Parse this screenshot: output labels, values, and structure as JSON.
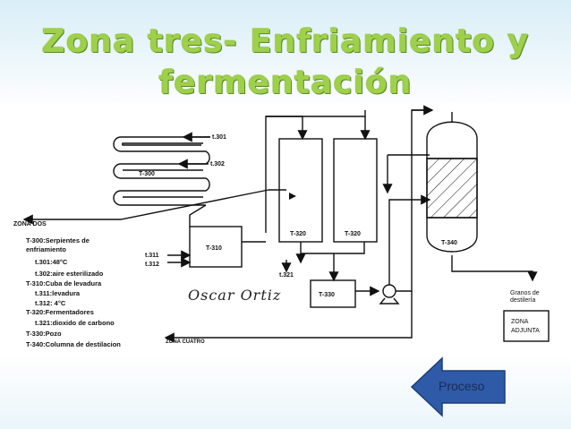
{
  "slide": {
    "title_line1": "Zona tres- Enfriamiento y",
    "title_line2": "fermentación",
    "signature": "Oscar Ortiz",
    "nav_button_label": "Proceso",
    "title_color": "#9ed04a",
    "button_color": "#2f5aa8"
  },
  "diagram": {
    "streams": {
      "t301": "t.301",
      "t302": "t.302",
      "t311": "t.311",
      "t312": "t.312",
      "t321": "t.321"
    },
    "equipment": {
      "t300": "T-300",
      "t310": "T-310",
      "t320a": "T-320",
      "t320b": "T-320",
      "t330": "T-330",
      "t340": "T-340"
    },
    "zones": {
      "zona_dos": "ZONA DOS",
      "zona_cuatro": "ZONA CUATRO",
      "zona_adjunta_1": "ZONA",
      "zona_adjunta_2": "ADJUNTA",
      "granos_1": "Granos de",
      "granos_2": "destilería"
    },
    "legend": [
      "T-300:Serpientes de",
      "enfriamiento",
      "t.301:48°C",
      "t.302:aire esterilizado",
      "T-310:Cuba de levadura",
      "t.311:levadura",
      "t.312: 4°C",
      "T-320:Fermentadores",
      "t.321:dioxido de carbono",
      "T-330:Pozo",
      "T-340:Columna de destilacion"
    ]
  }
}
